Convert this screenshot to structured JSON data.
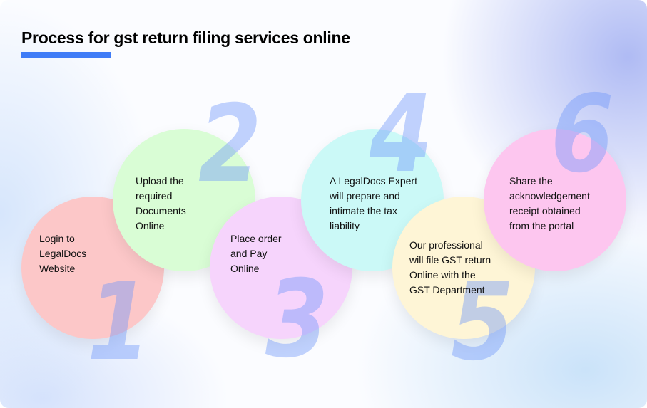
{
  "title": "Process for gst return filing services online",
  "accent_color": "#3f7cf7",
  "steps": [
    {
      "number": "1",
      "text": "Login to\nLegalDocs\nWebsite",
      "color": "#fcc7c8"
    },
    {
      "number": "2",
      "text": "Upload the\nrequired\nDocuments\nOnline",
      "color": "#d9fdd5"
    },
    {
      "number": "3",
      "text": "Place order\nand Pay\nOnline",
      "color": "#f6d4fc"
    },
    {
      "number": "4",
      "text": "A LegalDocs Expert\nwill prepare and\nintimate the tax\nliability",
      "color": "#cbf9f7"
    },
    {
      "number": "5",
      "text": "Our professional\nwill file GST return\nOnline with the\nGST Department",
      "color": "#fef5d6"
    },
    {
      "number": "6",
      "text": "Share the\nacknowledgement\nreceipt obtained\nfrom the portal",
      "color": "#fdc6ef"
    }
  ]
}
